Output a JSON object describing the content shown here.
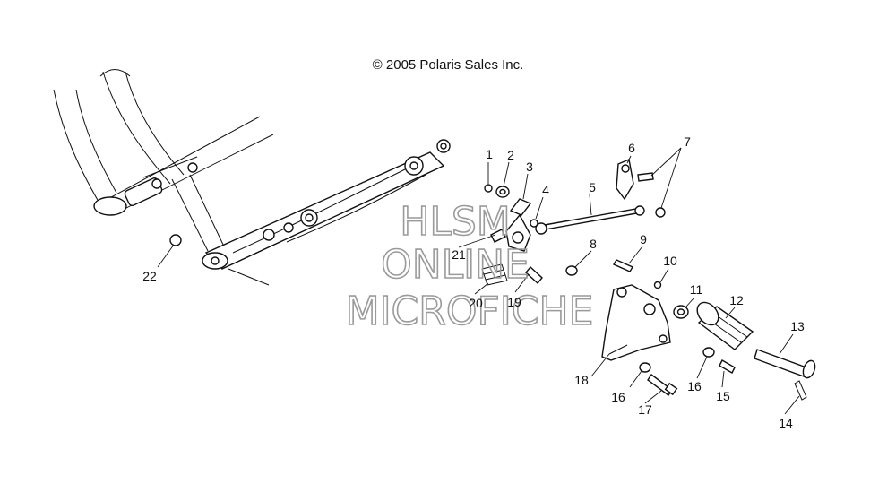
{
  "copyright": "© 2005 Polaris Sales Inc.",
  "watermark": {
    "line1": "HLSM",
    "line2": "ONLINE",
    "line3": "MICROFICHE"
  },
  "callouts": [
    {
      "id": "1",
      "label": "1"
    },
    {
      "id": "2",
      "label": "2"
    },
    {
      "id": "3",
      "label": "3"
    },
    {
      "id": "4",
      "label": "4"
    },
    {
      "id": "5",
      "label": "5"
    },
    {
      "id": "6",
      "label": "6"
    },
    {
      "id": "7",
      "label": "7"
    },
    {
      "id": "8",
      "label": "8"
    },
    {
      "id": "9",
      "label": "9"
    },
    {
      "id": "10",
      "label": "10"
    },
    {
      "id": "11",
      "label": "11"
    },
    {
      "id": "12",
      "label": "12"
    },
    {
      "id": "13",
      "label": "13"
    },
    {
      "id": "14",
      "label": "14"
    },
    {
      "id": "15",
      "label": "15"
    },
    {
      "id": "16a",
      "label": "16"
    },
    {
      "id": "16b",
      "label": "16"
    },
    {
      "id": "17",
      "label": "17"
    },
    {
      "id": "18",
      "label": "18"
    },
    {
      "id": "19",
      "label": "19"
    },
    {
      "id": "20",
      "label": "20"
    },
    {
      "id": "21",
      "label": "21"
    },
    {
      "id": "22",
      "label": "22"
    }
  ]
}
